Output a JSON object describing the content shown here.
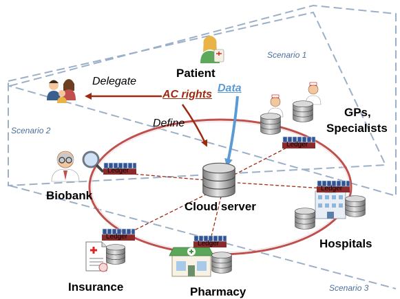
{
  "scenarios": {
    "s1": "Scenario 1",
    "s2": "Scenario 2",
    "s3": "Scenario 3"
  },
  "nodes": {
    "patient": "Patient",
    "gps": [
      "GPs,",
      "Specialists"
    ],
    "biobank": "Biobank",
    "cloud": "Cloud server",
    "hospitals": "Hospitals",
    "insurance": "Insurance",
    "pharmacy": "Pharmacy"
  },
  "edges": {
    "delegate": "Delegate",
    "ac_rights": "AC rights",
    "data": "Data",
    "define": "Define"
  },
  "ledger_label": "Ledger",
  "colors": {
    "ring": "#c0504d",
    "ac_arrow": "#9c2a10",
    "data_arrow": "#5b9bd5",
    "scenario_dash": "#9aafc8",
    "ledger_block": "#2f5597",
    "ledger_base": "#8b2a2a"
  }
}
